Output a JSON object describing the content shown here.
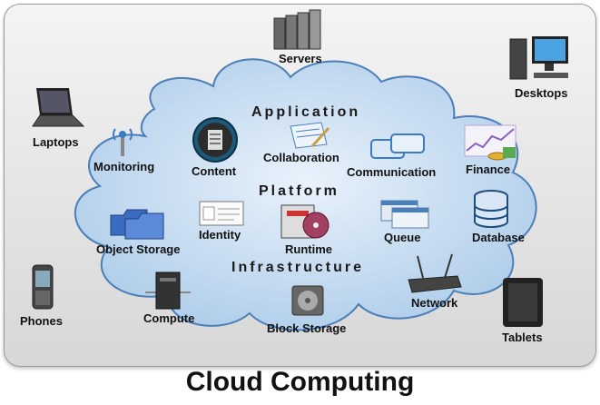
{
  "title": "Cloud Computing",
  "layers": {
    "application": "Application",
    "platform": "Platform",
    "infrastructure": "Infrastructure"
  },
  "devices": {
    "servers": "Servers",
    "desktops": "Desktops",
    "laptops": "Laptops",
    "phones": "Phones",
    "tablets": "Tablets"
  },
  "services": {
    "monitoring": "Monitoring",
    "content": "Content",
    "collaboration": "Collaboration",
    "communication": "Communication",
    "finance": "Finance",
    "identity": "Identity",
    "runtime": "Runtime",
    "queue": "Queue",
    "database": "Database",
    "object_storage": "Object Storage",
    "compute": "Compute",
    "block_storage": "Block Storage",
    "network": "Network"
  },
  "colors": {
    "cloud_fill": "#bcd6ee",
    "cloud_stroke": "#4a7fb8",
    "panel": "#e0e0e0"
  }
}
